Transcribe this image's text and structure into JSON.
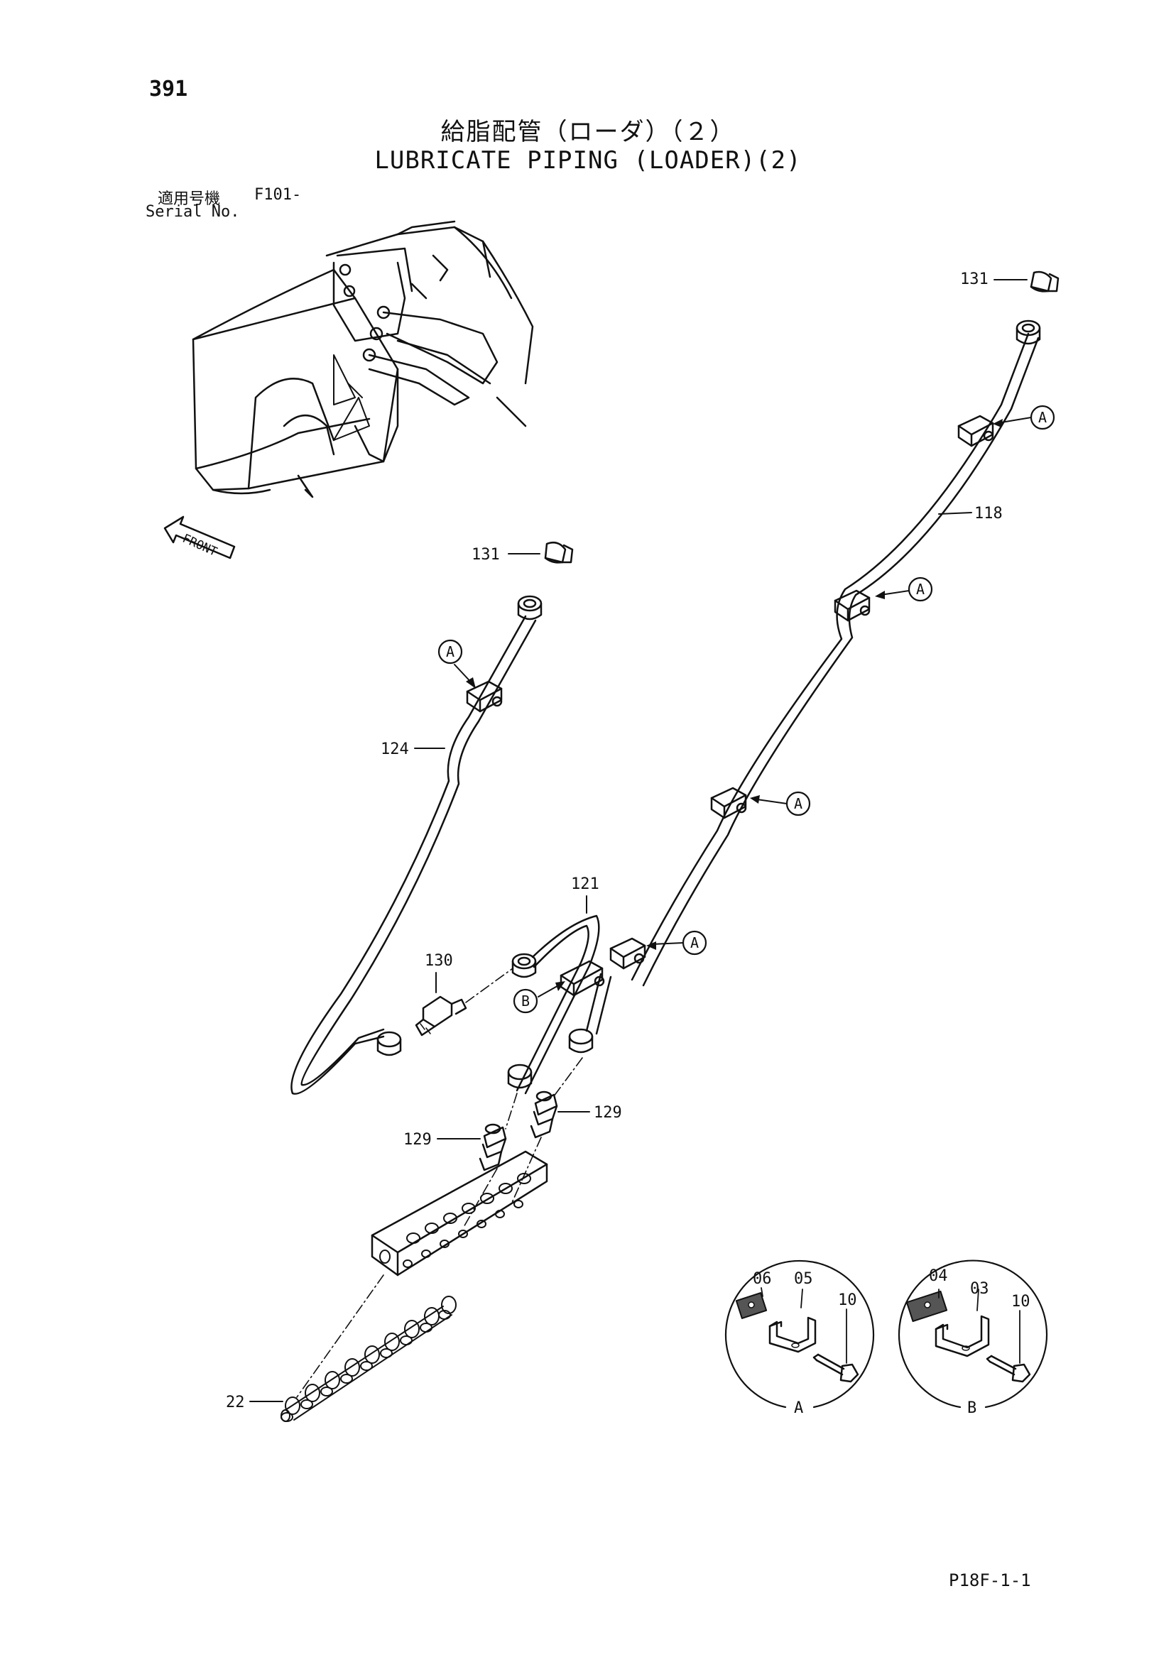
{
  "page_number": "391",
  "title_ja": "給脂配管（ローダ）（２）",
  "title_en": "LUBRICATE PIPING (LOADER)(2)",
  "serial": {
    "label_ja": "適用号機",
    "value": "F101-",
    "label_en": "Serial No."
  },
  "front_label": "FRONT",
  "callouts": {
    "c131_a": "131",
    "c131_b": "131",
    "c118": "118",
    "c124": "124",
    "c121": "121",
    "c130": "130",
    "c129_a": "129",
    "c129_b": "129",
    "c22": "22"
  },
  "markers": {
    "A": "A",
    "B": "B"
  },
  "detail_A": {
    "label": "A",
    "parts": [
      "06",
      "05",
      "10"
    ]
  },
  "detail_B": {
    "label": "B",
    "parts": [
      "04",
      "03",
      "10"
    ]
  },
  "doc_code": "P18F-1-1"
}
